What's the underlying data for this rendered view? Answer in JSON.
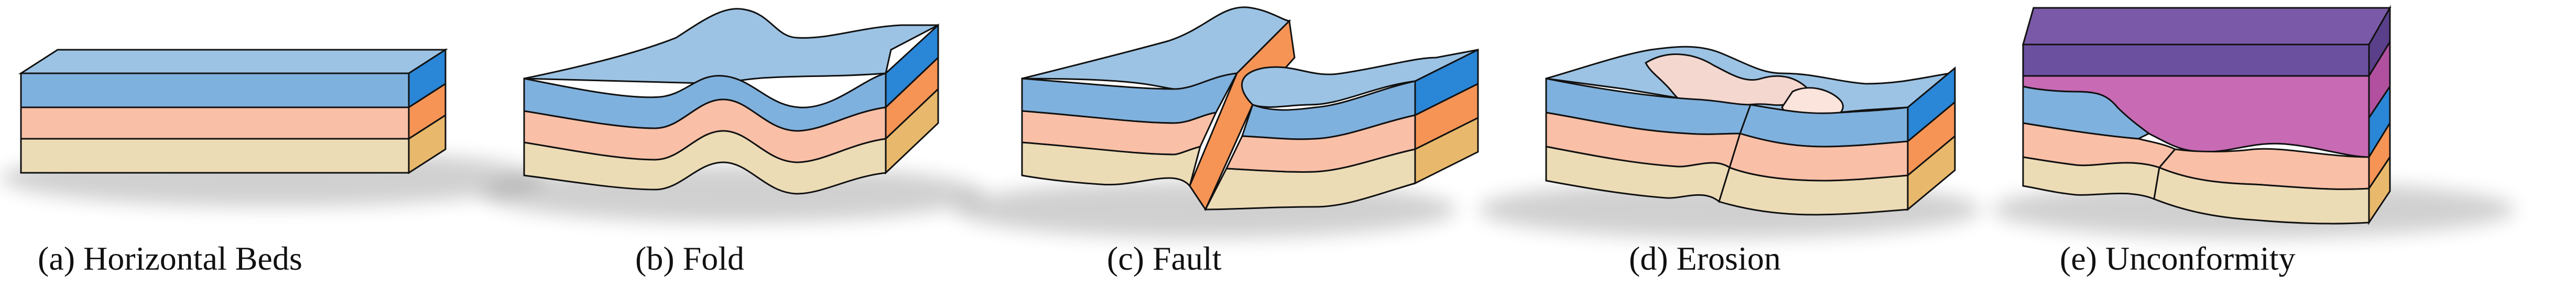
{
  "figure": {
    "panels": [
      {
        "id": "a",
        "label": "(a) Horizontal Beds"
      },
      {
        "id": "b",
        "label": "(b) Fold"
      },
      {
        "id": "c",
        "label": "(c) Fault"
      },
      {
        "id": "d",
        "label": "(d) Erosion"
      },
      {
        "id": "e",
        "label": "(e) Unconformity"
      }
    ]
  },
  "colors": {
    "top_face": "#9cc3e4",
    "blue_layer": "#7fb1de",
    "blue_side": "#2a86d6",
    "salmon_layer": "#f9c0a7",
    "salmon_side": "#f59455",
    "tan_layer": "#ecdcb6",
    "tan_side": "#e8b96c",
    "purple_top": "#7a5aa8",
    "purple_front": "#6b50a0",
    "purple_side": "#5a3f8a",
    "magenta": "#c86ab4",
    "magenta_side": "#b0509e",
    "erosion_highlight": "#f4d7cf",
    "outline": "#111111"
  }
}
